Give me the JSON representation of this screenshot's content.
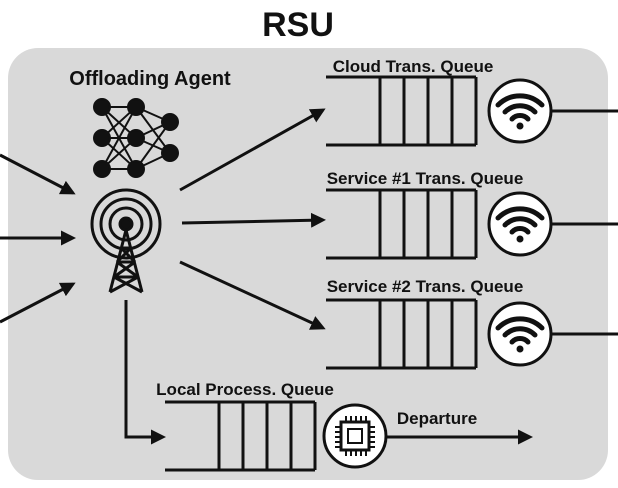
{
  "title": "RSU",
  "agent": {
    "label": "Offloading Agent"
  },
  "queues": {
    "cloud": "Cloud Trans. Queue",
    "service1": "Service #1 Trans. Queue",
    "service2": "Service #2 Trans. Queue",
    "local": "Local Process. Queue"
  },
  "departure": "Departure",
  "icons": {
    "agent": "neural-network-icon",
    "tower": "antenna-tower-icon",
    "wireless": "wifi-icon",
    "processor": "cpu-chip-icon"
  },
  "colors": {
    "panel": "#d9d9d9",
    "ink": "#111111",
    "circle_fill": "#ffffff"
  }
}
